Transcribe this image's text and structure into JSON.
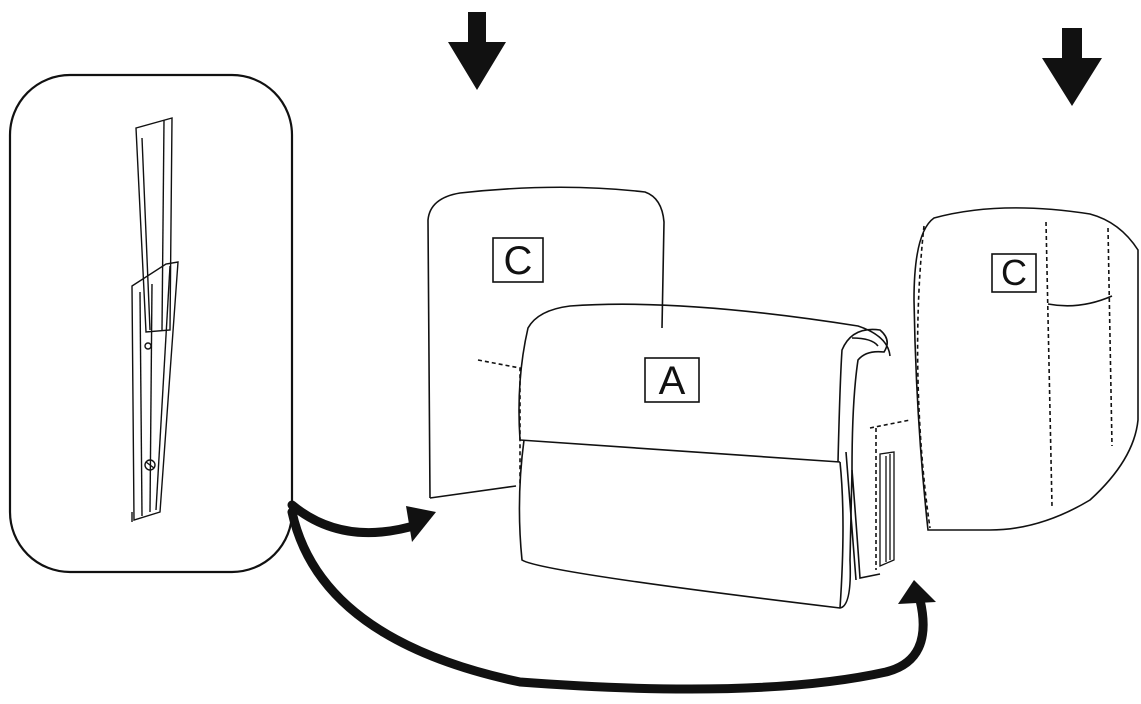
{
  "labels": {
    "left_arm": "C",
    "center_seat": "A",
    "right_arm": "C"
  },
  "colors": {
    "ink": "#111111",
    "paper": "#ffffff"
  }
}
